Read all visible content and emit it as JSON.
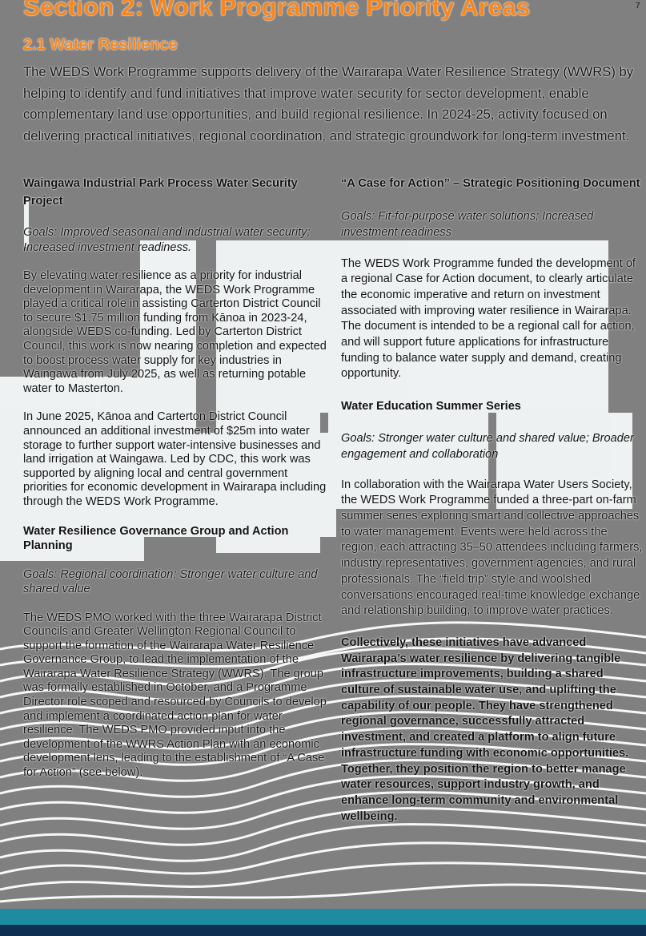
{
  "section": {
    "title": "Section 2: Work Programme Priority Areas",
    "corner_mark": "7"
  },
  "subsection": {
    "title": "2.1 Water Resilience",
    "intro": "The WEDS Work Programme supports delivery of the Wairarapa Water Resilience Strategy (WWRS) by helping to identify and fund initiatives that improve water security for sector development, enable complementary land use opportunities, and build regional resilience. In 2024-25, activity focused on delivering practical initiatives, regional coordination, and strategic groundwork for long-term investment."
  },
  "left_column": {
    "blocks": [
      {
        "title": "Waingawa Industrial Park Process Water Security Project",
        "goals": "Goals: Improved seasonal and industrial water security; Increased investment readiness.",
        "paragraphs": [
          "By elevating water resilience as a priority for industrial development in Wairarapa, the WEDS Work Programme played a critical role in assisting Carterton District Council to secure $1.75 million funding from Kānoa in 2023-24, alongside WEDS co-funding. Led by Carterton District Council, this work is now nearing completion and expected to boost process water supply for key industries in Waingawa from July 2025, as well as returning potable water to Masterton.",
          "In June 2025, Kānoa and Carterton District Council announced an additional investment of $25m into water storage to further support water-intensive businesses and land irrigation at Waingawa. Led by CDC, this work was supported by aligning local and central government priorities for economic development in Wairarapa including through the WEDS Work Programme."
        ]
      },
      {
        "title": "Water Resilience Governance Group and Action Planning",
        "goals": "Goals: Regional coordination; Stronger water culture and shared value",
        "paragraphs": [
          "The WEDS PMO worked with the three Wairarapa District Councils and Greater Wellington Regional Council to support the formation of the Wairarapa Water Resilience Governance Group, to lead the implementation of the Wairarapa Water Resilience Strategy (WWRS). The group was formally established in October, and a Programme Director role scoped and resourced by Councils to develop and implement a coordinated action plan for water resilience. The WEDS PMO provided input into the development of the WWRS Action Plan with an economic development lens, leading to the establishment of “A Case for Action” (see below)."
        ]
      }
    ]
  },
  "right_column": {
    "blocks": [
      {
        "title": "“A Case for Action” – Strategic Positioning Document",
        "goals": "Goals: Fit-for-purpose water solutions; Increased investment readiness",
        "paragraphs": [
          "The WEDS Work Programme funded the development of a regional Case for Action document, to clearly articulate the economic imperative and return on investment associated with improving water resilience in Wairarapa. The document is intended to be a regional call for action, and will support future applications for infrastructure funding to balance water supply and demand, creating opportunity."
        ]
      },
      {
        "title": "Water Education Summer Series",
        "goals": "Goals: Stronger water culture and shared value; Broader engagement and collaboration",
        "paragraphs": [
          "In collaboration with the Wairarapa Water Users Society, the WEDS Work Programme funded a three-part on-farm summer series exploring smart and collective approaches to water management. Events were held across the region, each attracting 35–50 attendees including farmers, industry representatives, government agencies, and rural professionals. The “field trip” style and woolshed conversations encouraged real-time knowledge exchange and relationship building, to improve water practices."
        ]
      }
    ],
    "summary": "Collectively, these initiatives have advanced Wairarapa’s water resilience by delivering tangible infrastructure improvements, building a shared culture of sustainable water use, and uplifting the capability of our people. They have strengthened regional governance, successfully attracted investment, and created a platform to align future infrastructure funding with economic opportunities. Together, they position the region to better manage water resources, support industry growth, and enhance long-term community and environmental wellbeing."
  },
  "colors": {
    "accent_orange": "#f7861d",
    "background_gray": "#808080",
    "footer_teal": "#1f8ba0",
    "footer_navy": "#0e2f52"
  }
}
